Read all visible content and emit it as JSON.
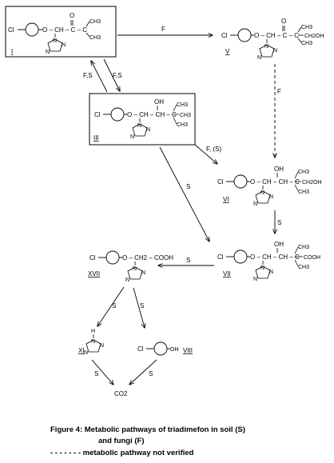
{
  "figure": {
    "caption_line1": "Figure 4:  Metabolic pathways of triadimefon in soil (S)",
    "caption_line2": "and fungi  (F)",
    "legend": "- - - - - - - metabolic pathway not verified"
  },
  "compounds": {
    "I": {
      "id": "I",
      "cl": "Cl",
      "link": "O – CH – C – C",
      "oxo": "O",
      "me1": "CH3",
      "me2": "CH3",
      "tri_n1": "N",
      "tri_n2": "N",
      "tri_n3": "N"
    },
    "V": {
      "id": "V",
      "cl": "Cl",
      "link": "O – CH – C – C",
      "oxo": "O",
      "me1": "CH3",
      "sub": "CH2OH",
      "me2": "CH3",
      "tri_n1": "N",
      "tri_n2": "N",
      "tri_n3": "N"
    },
    "III": {
      "id": "III",
      "cl": "Cl",
      "link": "O – CH – CH – C",
      "oh": "OH",
      "me1": "CH3",
      "me2": "CH3",
      "me3": "CH3",
      "tri_n1": "N",
      "tri_n2": "N",
      "tri_n3": "N"
    },
    "VI": {
      "id": "VI",
      "cl": "Cl",
      "link": "O – CH – CH – C",
      "oh": "OH",
      "me1": "CH3",
      "sub": "CH2OH",
      "me2": "CH3",
      "tri_n1": "N",
      "tri_n2": "N",
      "tri_n3": "N"
    },
    "VII": {
      "id": "VII",
      "cl": "Cl",
      "link": "O – CH – CH – C",
      "oh": "OH",
      "me1": "CH3",
      "sub": "COOH",
      "me2": "CH3",
      "tri_n1": "N",
      "tri_n2": "N",
      "tri_n3": "N"
    },
    "XVII": {
      "id": "XVII",
      "cl": "Cl",
      "link": "O – CH2 – COOH",
      "tri_n1": "N",
      "tri_n2": "N",
      "tri_n3": "N"
    },
    "XI": {
      "id": "XI",
      "h": "H",
      "tri_n1": "N",
      "tri_n2": "N",
      "tri_n3": "N"
    },
    "VIII": {
      "id": "VIII",
      "cl": "Cl",
      "oh": "OH"
    },
    "CO2": {
      "text": "CO2"
    }
  },
  "arrows": {
    "I_V": "F",
    "I_III": "F,S",
    "III_I": "F,S",
    "V_VI": "F",
    "III_VI": "F, (S)",
    "III_VII": "S",
    "VI_VII": "S",
    "VII_XVII": "S",
    "XVII_XI": "S",
    "XVII_VIII": "S",
    "XI_CO2": "S",
    "VIII_CO2": "S"
  }
}
